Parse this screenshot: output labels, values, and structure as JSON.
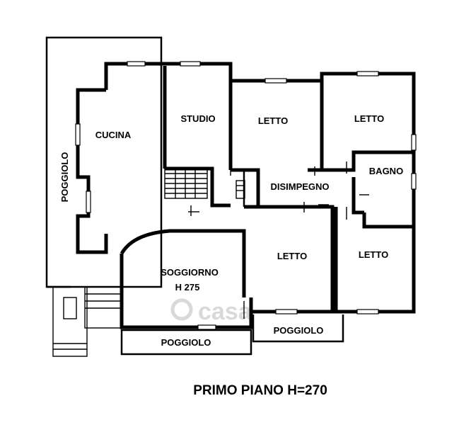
{
  "rooms": {
    "studio": "STUDIO",
    "letto_1": "LETTO",
    "letto_2": "LETTO",
    "cucina": "CUCINA",
    "bagno": "BAGNO",
    "disimpegno": "DISIMPEGNO",
    "poggiolo_left": "POGGIOLO",
    "letto_3": "LETTO",
    "letto_4": "LETTO",
    "soggiorno": "SOGGIORNO",
    "soggiorno_height": "H 275",
    "poggiolo_right": "POGGIOLO",
    "poggiolo_bottom": "POGGIOLO"
  },
  "caption": "PRIMO PIANO H=270",
  "watermark": "casa"
}
